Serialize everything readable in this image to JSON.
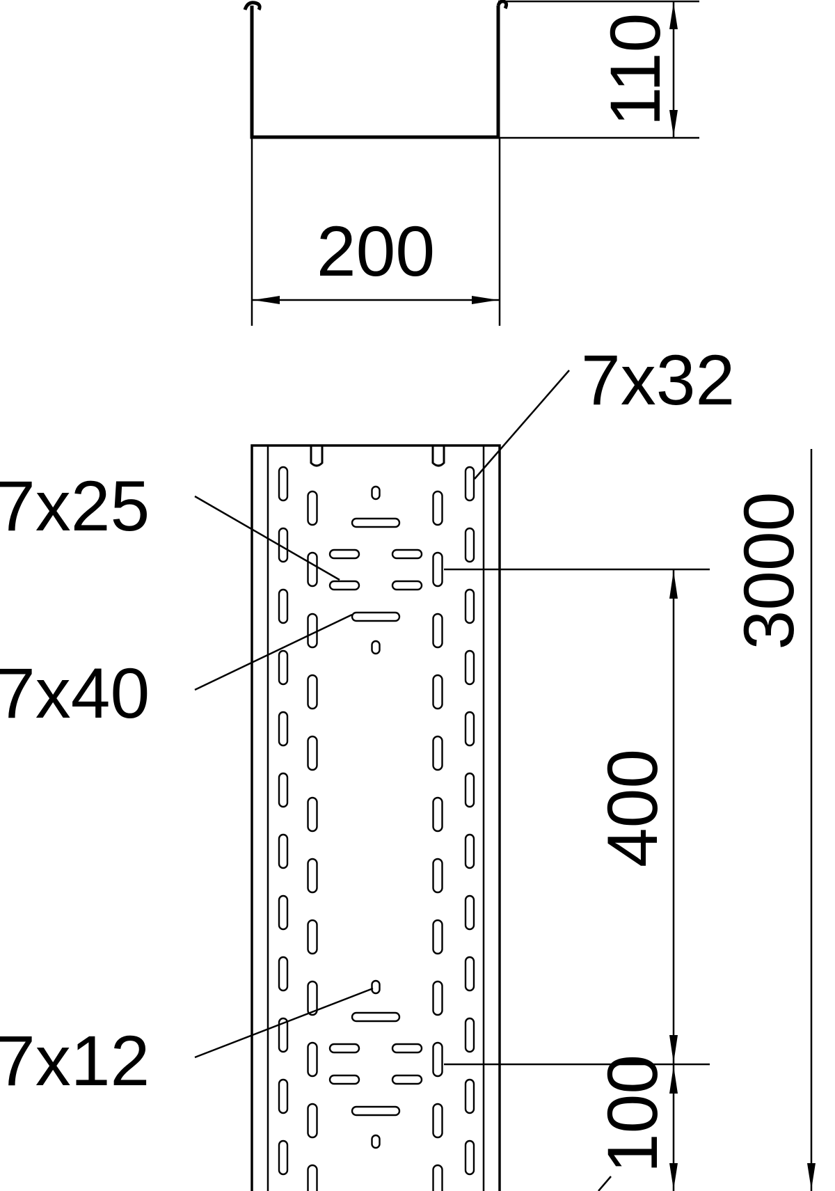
{
  "diagram": {
    "dimensions": {
      "height": "110",
      "width": "200",
      "length": "3000",
      "pitch": "400",
      "offset": "100"
    },
    "callouts": {
      "side_slot": "7x32",
      "slot_25": "7x25",
      "slot_40": "7x40",
      "hole_12": "7x12"
    }
  }
}
